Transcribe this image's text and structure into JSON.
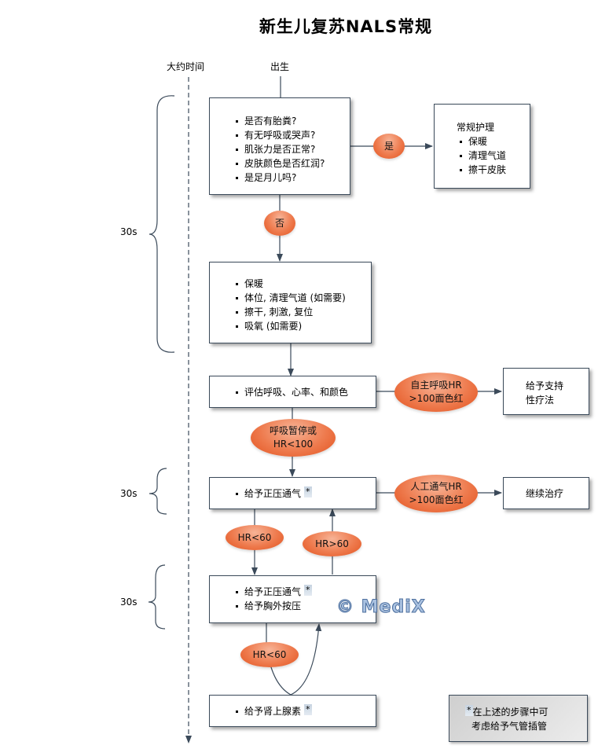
{
  "title": "新生儿复苏NALS常规",
  "timeline": {
    "label": "大约时间",
    "brace_labels": [
      "30s",
      "30s",
      "30s"
    ]
  },
  "start_label": "出生",
  "boxes": {
    "assessment": {
      "items": [
        "是否有胎粪?",
        "有无呼吸或哭声?",
        "肌张力是否正常?",
        "皮肤颜色是否红润?",
        "是足月儿吗?"
      ]
    },
    "routine_care": {
      "heading": "常规护理",
      "items": [
        "保暖",
        "清理气道",
        "擦干皮肤"
      ]
    },
    "initial_steps": {
      "items": [
        "保暖",
        "体位, 清理气道 (如需要)",
        "擦干, 刺激, 复位",
        "吸氧 (如需要)"
      ]
    },
    "evaluate": {
      "items": [
        "评估呼吸、心率、和颜色"
      ]
    },
    "supportive": {
      "lines": [
        "给予支持",
        "性疗法"
      ]
    },
    "ppv": {
      "items": [
        "给予正压通气"
      ],
      "star": "*"
    },
    "continue": {
      "text": "继续治疗"
    },
    "ppv_cpr": {
      "items": [
        "给予正压通气",
        "给予胸外按压"
      ],
      "star": "*"
    },
    "epinephrine": {
      "items": [
        "给予肾上腺素"
      ],
      "star": "*"
    }
  },
  "decisions": {
    "yes": "是",
    "no": "否",
    "spontaneous": [
      "自主呼吸HR",
      ">100面色红"
    ],
    "apnea": [
      "呼吸暂停或",
      "HR<100"
    ],
    "ventilated": [
      "人工通气HR",
      ">100面色红"
    ],
    "hr_lt60_a": "HR<60",
    "hr_gt60": "HR>60",
    "hr_lt60_b": "HR<60"
  },
  "note": {
    "star": "*",
    "lines": [
      "在上述的步骤中可",
      "考虑给予气管插管"
    ]
  },
  "watermark": "© MediX",
  "colors": {
    "line": "#3b4a5a",
    "oval": "#ee7a4d",
    "note_bg": "#dcdcdc"
  }
}
